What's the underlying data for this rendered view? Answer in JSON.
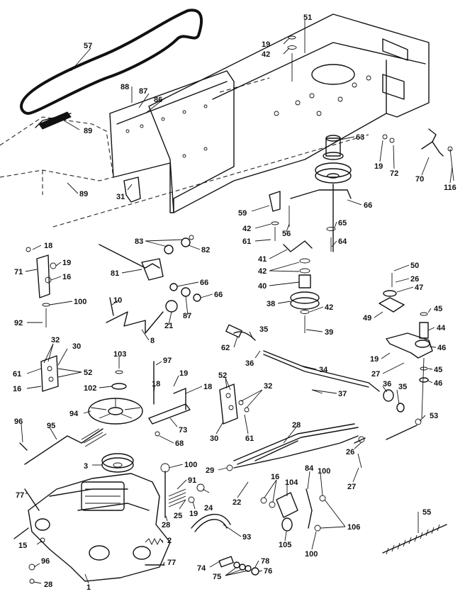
{
  "callouts": [
    {
      "id": "c57",
      "label": "57"
    },
    {
      "id": "c89a",
      "label": "89"
    },
    {
      "id": "c89b",
      "label": "89"
    },
    {
      "id": "c31",
      "label": "31"
    },
    {
      "id": "c88",
      "label": "88"
    },
    {
      "id": "c87a",
      "label": "87"
    },
    {
      "id": "c86",
      "label": "86"
    },
    {
      "id": "c19a",
      "label": "19"
    },
    {
      "id": "c42a",
      "label": "42"
    },
    {
      "id": "c51",
      "label": "51"
    },
    {
      "id": "c63",
      "label": "63"
    },
    {
      "id": "c19b",
      "label": "19"
    },
    {
      "id": "c72",
      "label": "72"
    },
    {
      "id": "c70",
      "label": "70"
    },
    {
      "id": "c116",
      "label": "116"
    },
    {
      "id": "c66a",
      "label": "66"
    },
    {
      "id": "c59",
      "label": "59"
    },
    {
      "id": "c42b",
      "label": "42"
    },
    {
      "id": "c61a",
      "label": "61"
    },
    {
      "id": "c56",
      "label": "56"
    },
    {
      "id": "c65",
      "label": "65"
    },
    {
      "id": "c64",
      "label": "64"
    },
    {
      "id": "c41",
      "label": "41"
    },
    {
      "id": "c42c",
      "label": "42"
    },
    {
      "id": "c40",
      "label": "40"
    },
    {
      "id": "c38a",
      "label": "38"
    },
    {
      "id": "c42d",
      "label": "42"
    },
    {
      "id": "c39",
      "label": "39"
    },
    {
      "id": "c18a",
      "label": "18"
    },
    {
      "id": "c19c",
      "label": "19"
    },
    {
      "id": "c16a",
      "label": "16"
    },
    {
      "id": "c71",
      "label": "71"
    },
    {
      "id": "c100a",
      "label": "100"
    },
    {
      "id": "c92",
      "label": "92"
    },
    {
      "id": "c83",
      "label": "83"
    },
    {
      "id": "c82",
      "label": "82"
    },
    {
      "id": "c81",
      "label": "81"
    },
    {
      "id": "c66b",
      "label": "66"
    },
    {
      "id": "c66c",
      "label": "66"
    },
    {
      "id": "c87b",
      "label": "87"
    },
    {
      "id": "c10",
      "label": "10"
    },
    {
      "id": "c21",
      "label": "21"
    },
    {
      "id": "c8",
      "label": "8"
    },
    {
      "id": "c50",
      "label": "50"
    },
    {
      "id": "c26a",
      "label": "26"
    },
    {
      "id": "c47",
      "label": "47"
    },
    {
      "id": "c49",
      "label": "49"
    },
    {
      "id": "c45a",
      "label": "45"
    },
    {
      "id": "c44",
      "label": "44"
    },
    {
      "id": "c46a",
      "label": "46"
    },
    {
      "id": "c19d",
      "label": "19"
    },
    {
      "id": "c27a",
      "label": "27"
    },
    {
      "id": "c45b",
      "label": "45"
    },
    {
      "id": "c46b",
      "label": "46"
    },
    {
      "id": "c62",
      "label": "62"
    },
    {
      "id": "c35a",
      "label": "35"
    },
    {
      "id": "c36",
      "label": "36"
    },
    {
      "id": "c34",
      "label": "34"
    },
    {
      "id": "c32a",
      "label": "32"
    },
    {
      "id": "c30a",
      "label": "30"
    },
    {
      "id": "c61b",
      "label": "61"
    },
    {
      "id": "c52a",
      "label": "52"
    },
    {
      "id": "c16b",
      "label": "16"
    },
    {
      "id": "c103",
      "label": "103"
    },
    {
      "id": "c102",
      "label": "102"
    },
    {
      "id": "c97",
      "label": "97"
    },
    {
      "id": "c18b",
      "label": "18"
    },
    {
      "id": "c19e",
      "label": "19"
    },
    {
      "id": "c18c",
      "label": "18"
    },
    {
      "id": "c94",
      "label": "94"
    },
    {
      "id": "c73",
      "label": "73"
    },
    {
      "id": "c68",
      "label": "68"
    },
    {
      "id": "c52b",
      "label": "52"
    },
    {
      "id": "c32b",
      "label": "32"
    },
    {
      "id": "c30b",
      "label": "30"
    },
    {
      "id": "c61c",
      "label": "61"
    },
    {
      "id": "c37",
      "label": "37"
    },
    {
      "id": "c36b",
      "label": "36"
    },
    {
      "id": "c35b",
      "label": "35"
    },
    {
      "id": "c53",
      "label": "53"
    },
    {
      "id": "c96a",
      "label": "96"
    },
    {
      "id": "c95",
      "label": "95"
    },
    {
      "id": "c3",
      "label": "3"
    },
    {
      "id": "c100b",
      "label": "100"
    },
    {
      "id": "c91",
      "label": "91"
    },
    {
      "id": "c28a",
      "label": "28"
    },
    {
      "id": "c26b",
      "label": "26"
    },
    {
      "id": "c29",
      "label": "29"
    },
    {
      "id": "c27b",
      "label": "27"
    },
    {
      "id": "c22",
      "label": "22"
    },
    {
      "id": "c16c",
      "label": "16"
    },
    {
      "id": "c104",
      "label": "104"
    },
    {
      "id": "c84",
      "label": "84"
    },
    {
      "id": "c100c",
      "label": "100"
    },
    {
      "id": "c55",
      "label": "55"
    },
    {
      "id": "c77a",
      "label": "77"
    },
    {
      "id": "c28b",
      "label": "28"
    },
    {
      "id": "c25",
      "label": "25"
    },
    {
      "id": "c19f",
      "label": "19"
    },
    {
      "id": "c24",
      "label": "24"
    },
    {
      "id": "c93",
      "label": "93"
    },
    {
      "id": "c105",
      "label": "105"
    },
    {
      "id": "c106",
      "label": "106"
    },
    {
      "id": "c100d",
      "label": "100"
    },
    {
      "id": "c15",
      "label": "15"
    },
    {
      "id": "c2",
      "label": "2"
    },
    {
      "id": "c96b",
      "label": "96"
    },
    {
      "id": "c77b",
      "label": "77"
    },
    {
      "id": "c1",
      "label": "1"
    },
    {
      "id": "c28c",
      "label": "28"
    },
    {
      "id": "c74",
      "label": "74"
    },
    {
      "id": "c75",
      "label": "75"
    },
    {
      "id": "c78",
      "label": "78"
    },
    {
      "id": "c76",
      "label": "76"
    }
  ]
}
